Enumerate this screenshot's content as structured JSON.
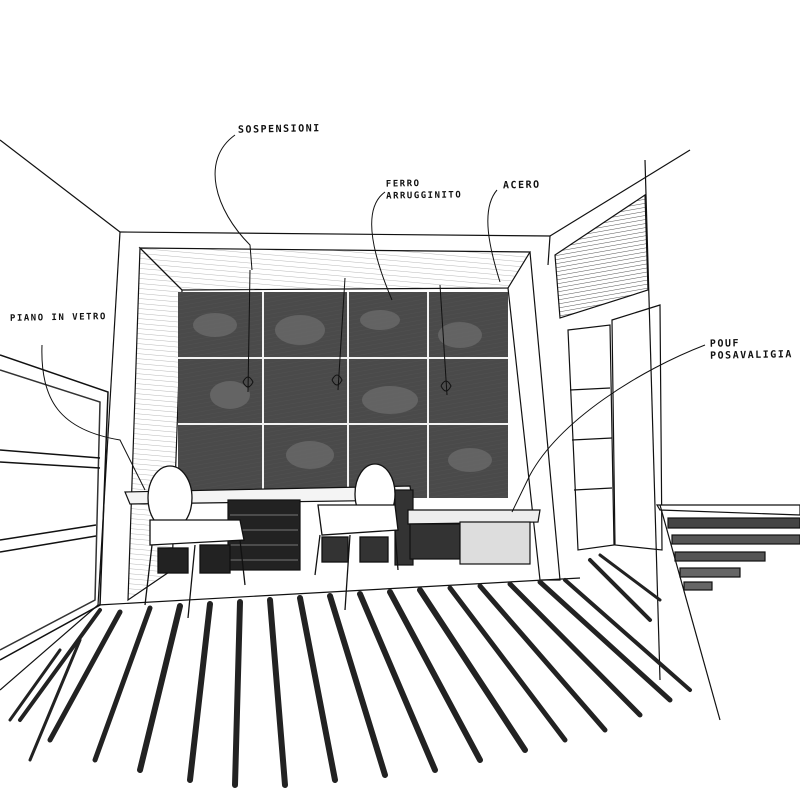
{
  "sketch": {
    "type": "hand-drawn interior perspective sketch",
    "palette": {
      "ink": "#111111",
      "dark_panel": "#3a3a3a",
      "mid_gray": "#777777",
      "light_gray": "#bdbdbd",
      "paper": "#ffffff"
    },
    "annotations": [
      {
        "id": "sospensioni",
        "lines": [
          "SOSPENSIONI"
        ]
      },
      {
        "id": "ferro",
        "lines": [
          "FERRO",
          "ARRUGGINITO"
        ]
      },
      {
        "id": "acero",
        "lines": [
          "ACERO"
        ]
      },
      {
        "id": "piano",
        "lines": [
          "PIANO IN VETRO"
        ]
      },
      {
        "id": "pouf",
        "lines": [
          "POUF",
          "POSAVALIGIA"
        ]
      }
    ]
  }
}
